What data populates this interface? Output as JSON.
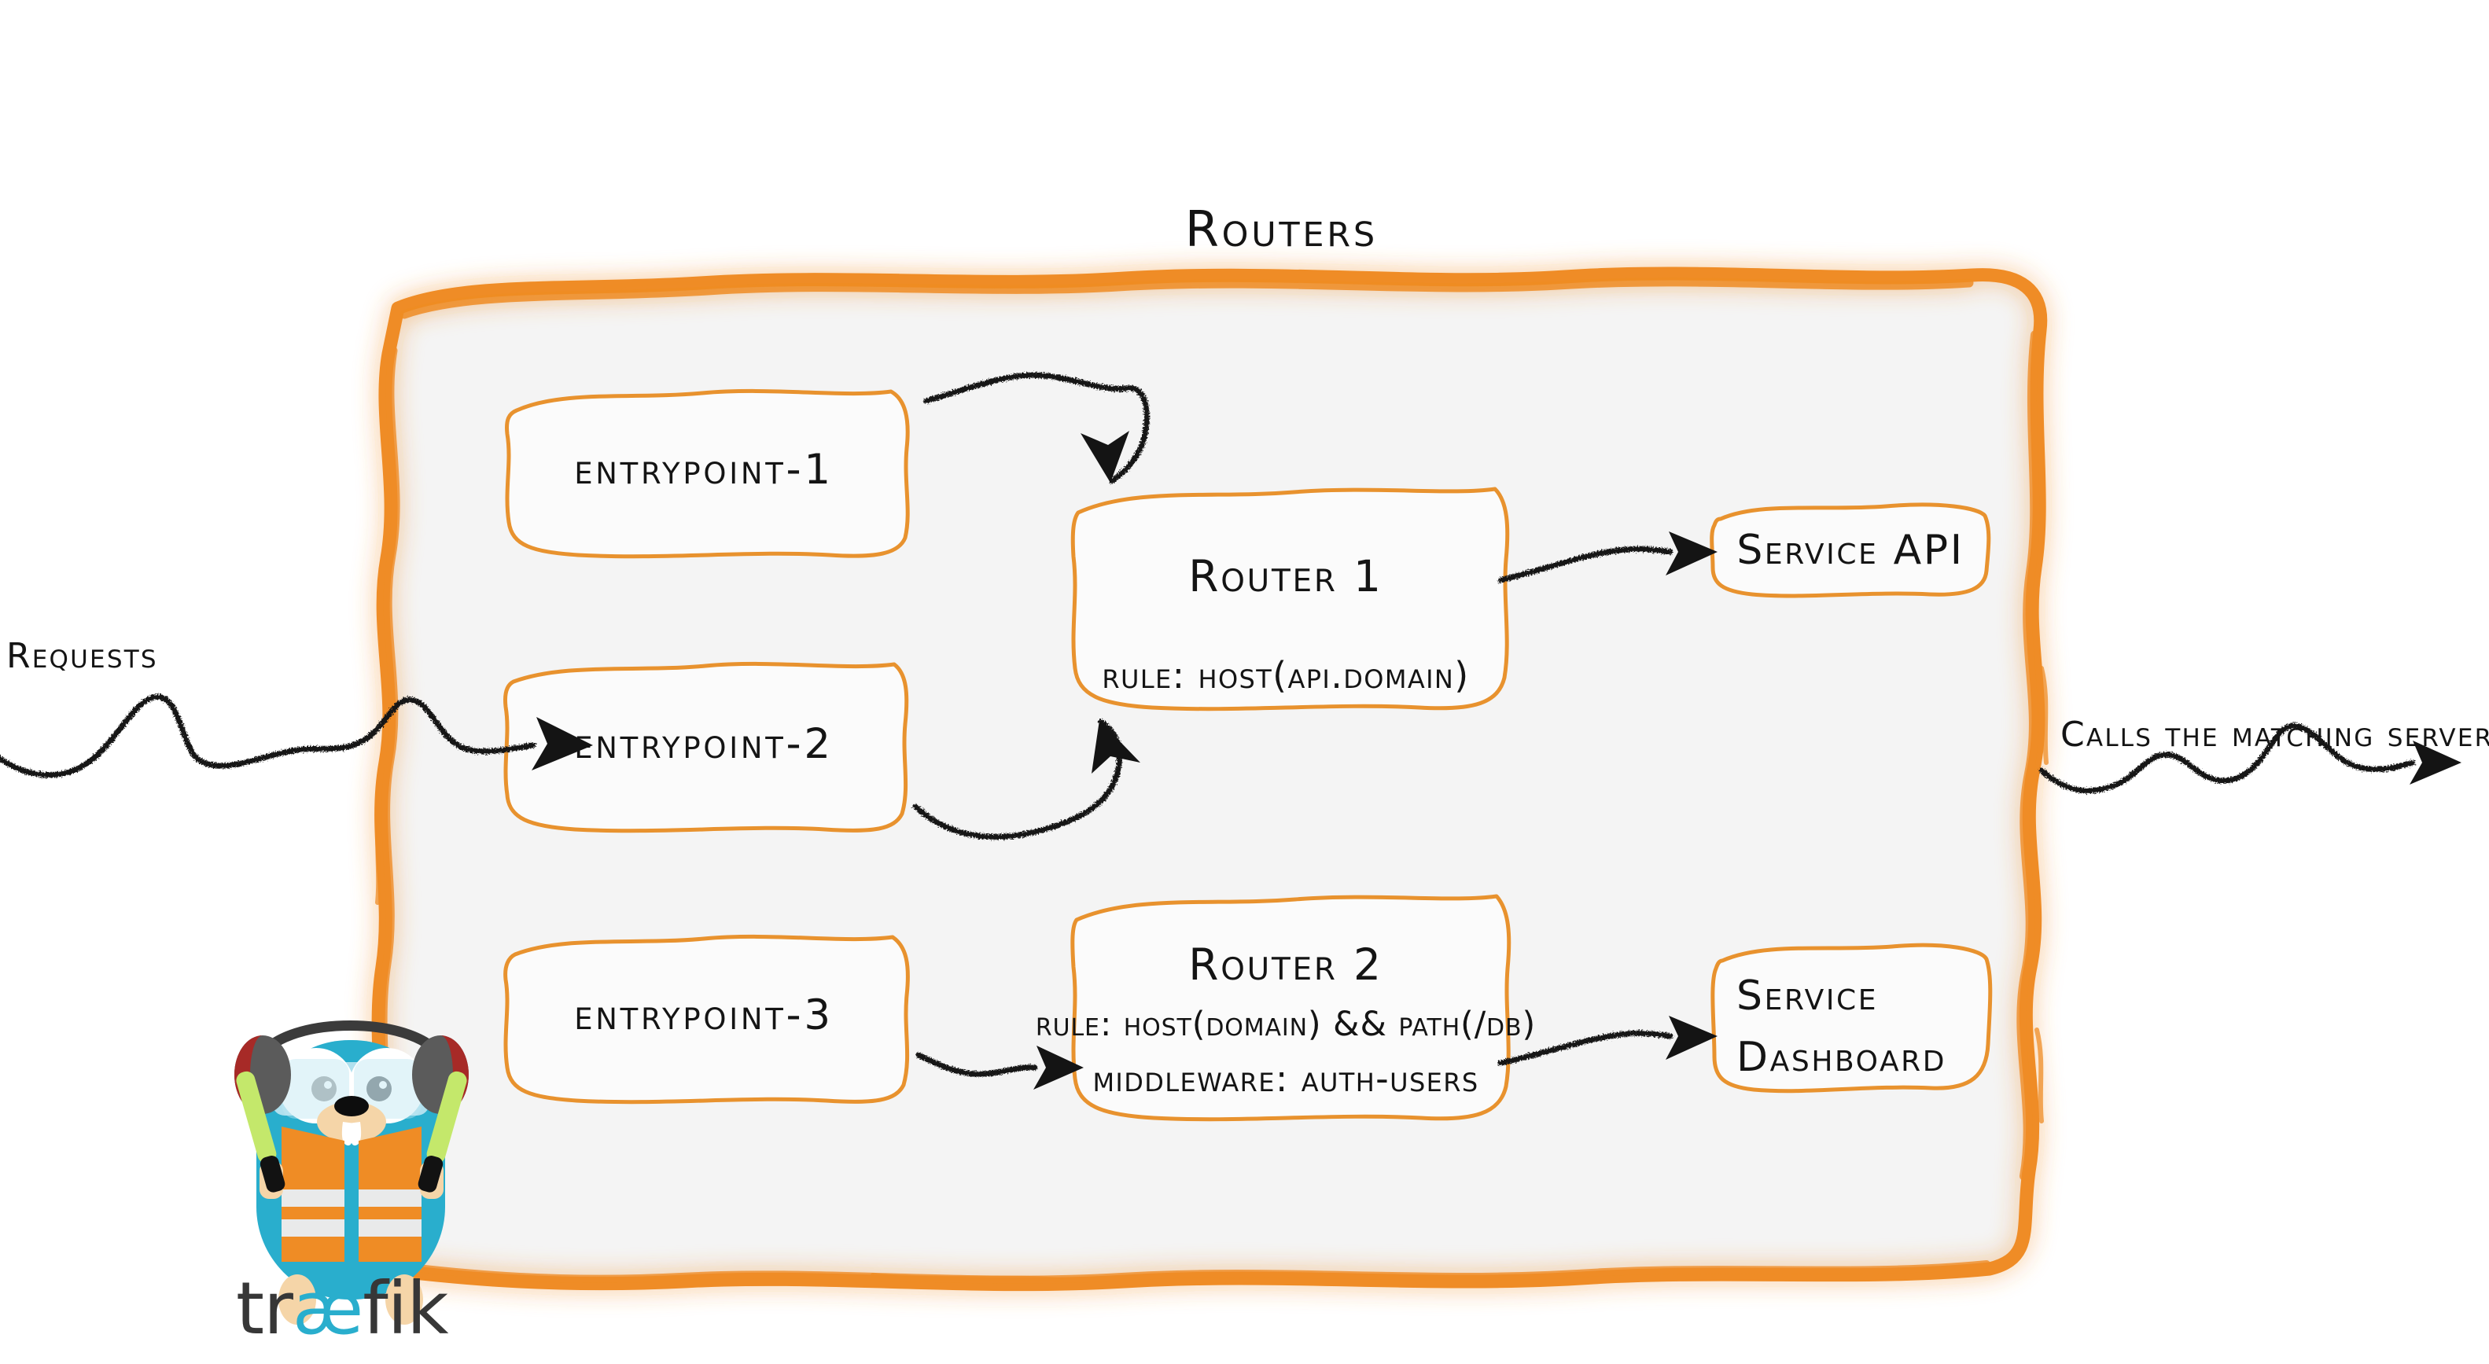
{
  "diagram": {
    "title": "Routers",
    "colors": {
      "brand_orange": "#ef8c25",
      "box_border_orange": "#e8922e",
      "container_fill": "#f4f4f4",
      "box_fill": "#fbfbfb",
      "ink_black": "#141414",
      "gopher_cyan": "#29aecd",
      "gopher_vest_orange": "#ef8c25",
      "gopher_stripe": "#e9eaea",
      "glowstick_green": "#c4e86b",
      "headphone_grey": "#5b5b5b",
      "headphone_red": "#a72a27",
      "wordmark_dark": "#373737"
    },
    "entrypoints": [
      {
        "label": "entrypoint-1"
      },
      {
        "label": "entrypoint-2"
      },
      {
        "label": "entrypoint-3"
      }
    ],
    "routers": [
      {
        "name": "Router 1",
        "lines": [
          "rule: Host(api.domain)"
        ]
      },
      {
        "name": "Router 2",
        "lines": [
          "rule: Host(domain) && Path(/db)",
          "middleware: auth-users"
        ]
      }
    ],
    "services": [
      {
        "lines": [
          "Service API"
        ]
      },
      {
        "lines": [
          "Service",
          "Dashboard"
        ]
      }
    ],
    "edge_labels": {
      "incoming": "Requests",
      "outgoing": "Calls the matching server"
    },
    "logo": {
      "wordmark": "træfik",
      "mascot": "traefik-gopher"
    }
  }
}
